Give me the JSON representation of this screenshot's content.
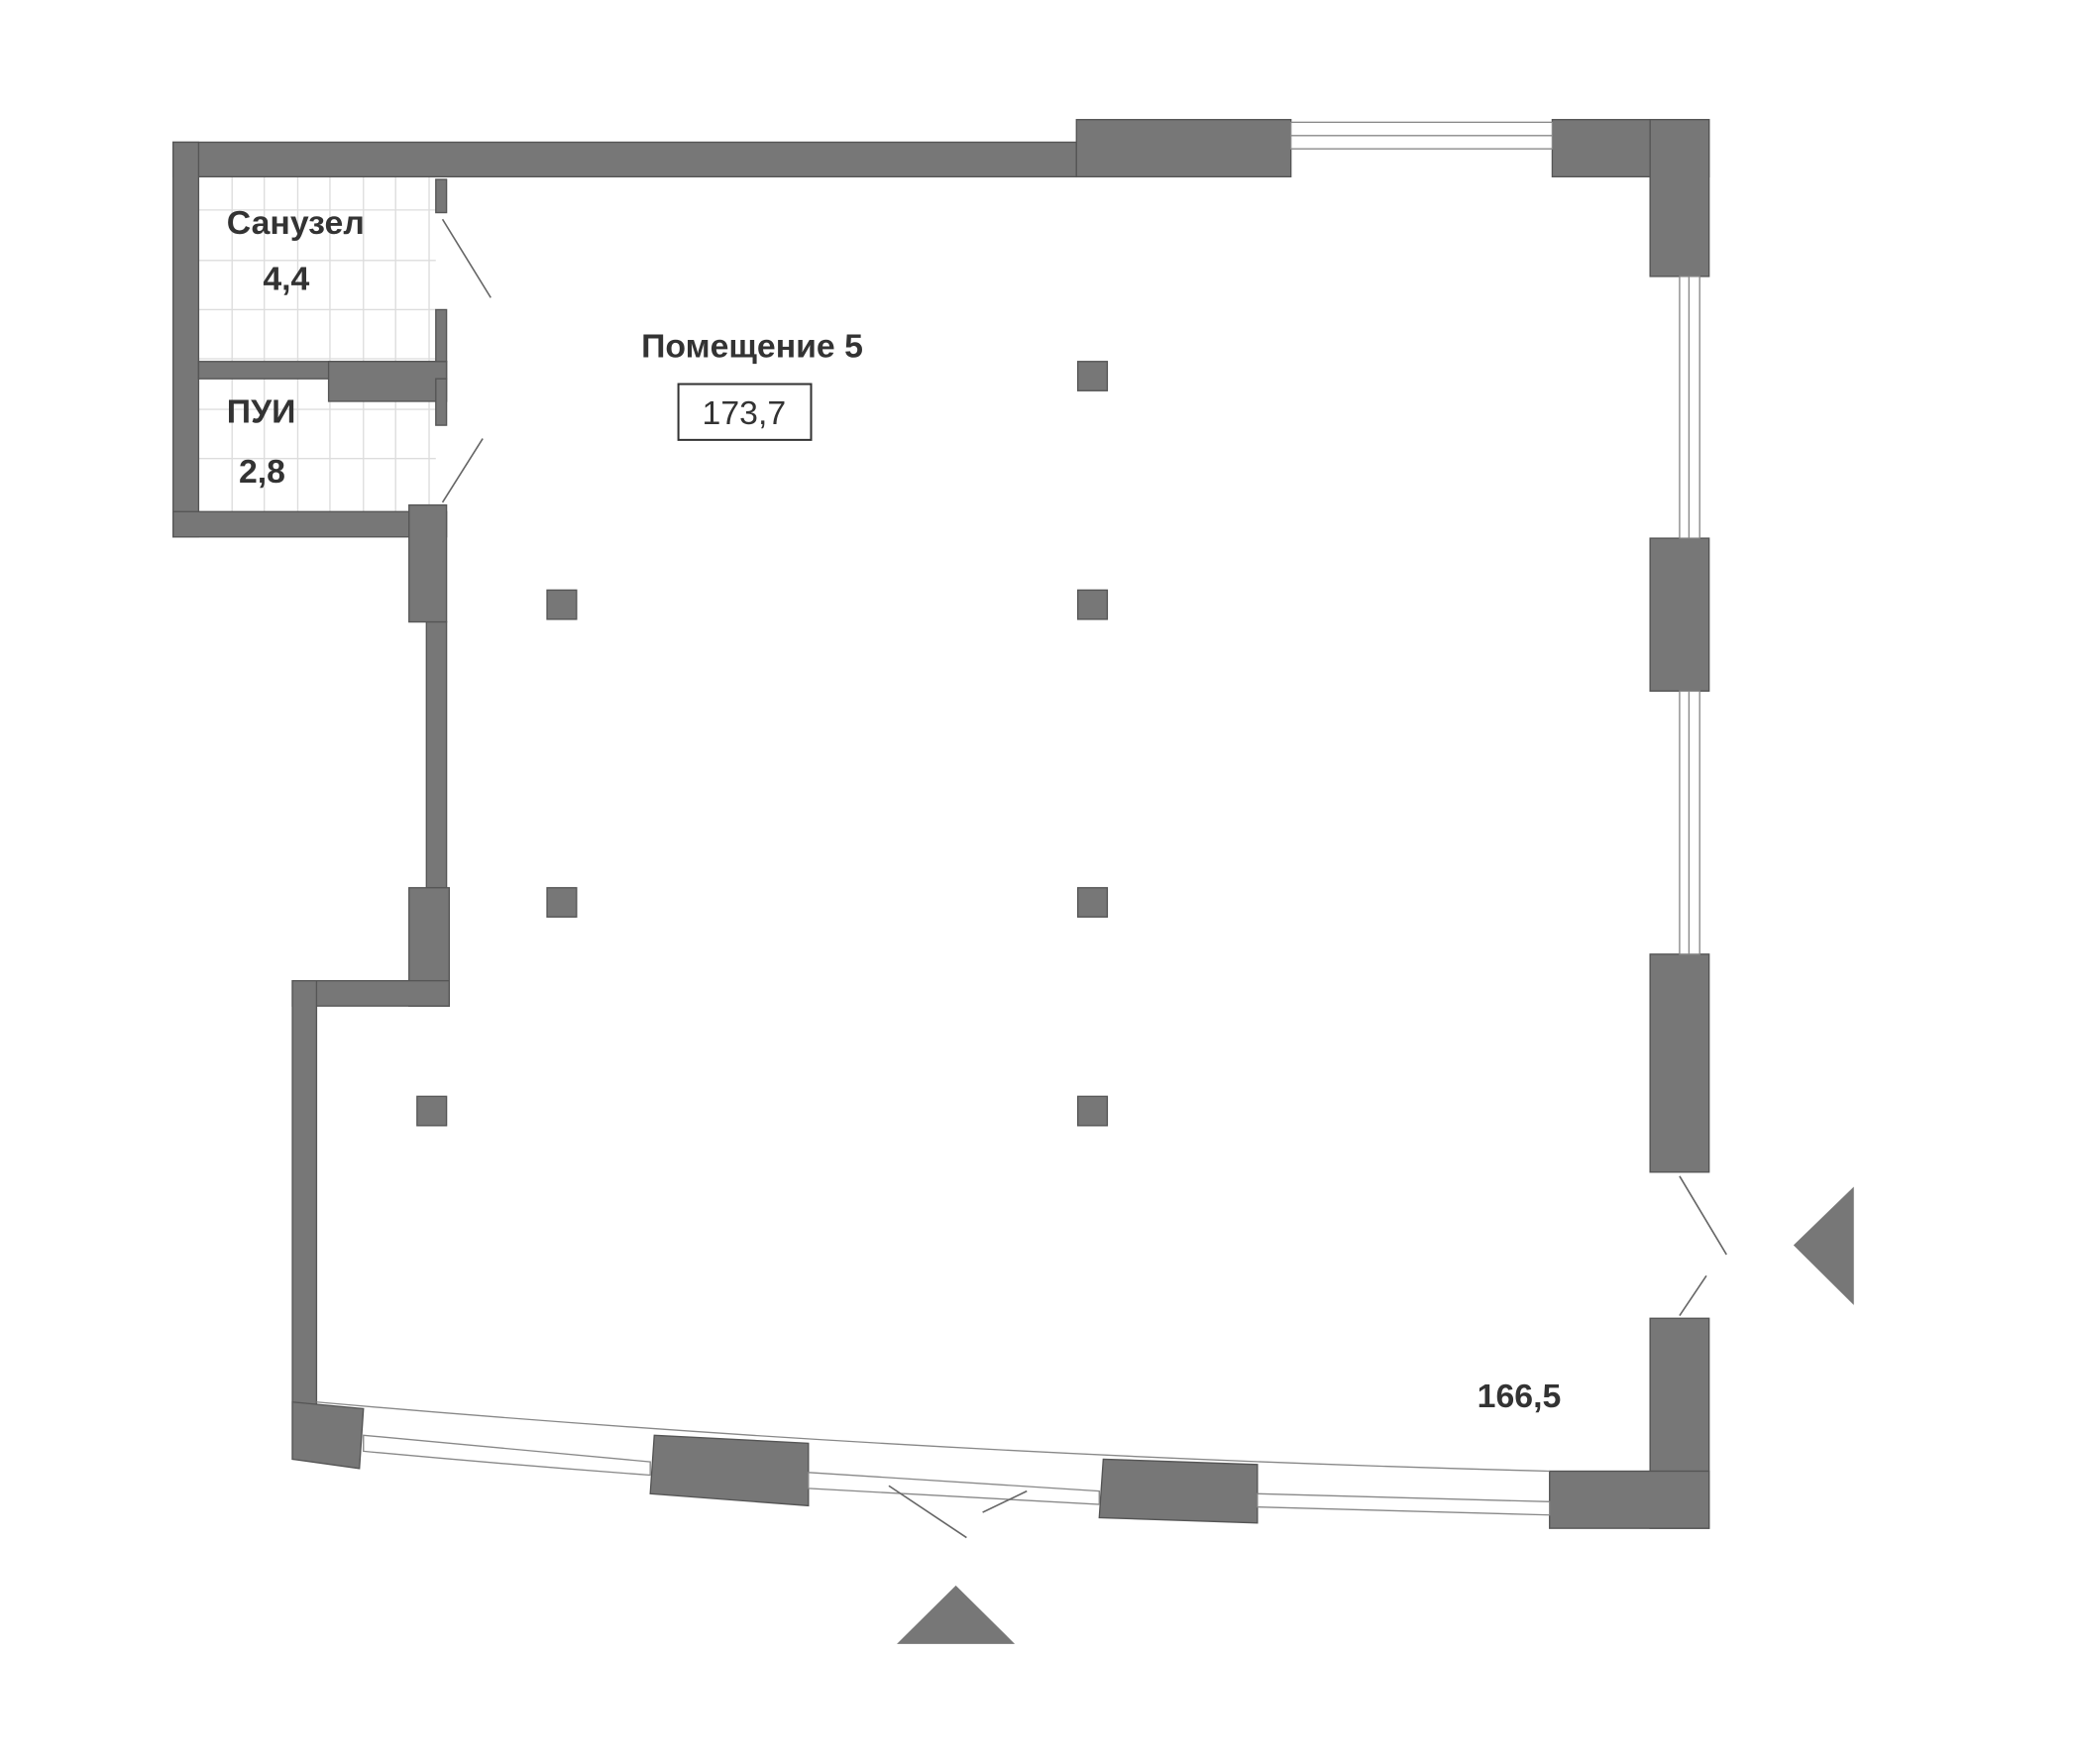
{
  "rooms": [
    {
      "name": "Санузел",
      "area": "4,4"
    },
    {
      "name": "ПУИ",
      "area": "2,8"
    },
    {
      "name": "Помещение 5",
      "area": "173,7"
    }
  ],
  "secondary_area": "166,5",
  "colors": {
    "wall": "#777777",
    "background": "#ffffff",
    "text": "#333333"
  }
}
